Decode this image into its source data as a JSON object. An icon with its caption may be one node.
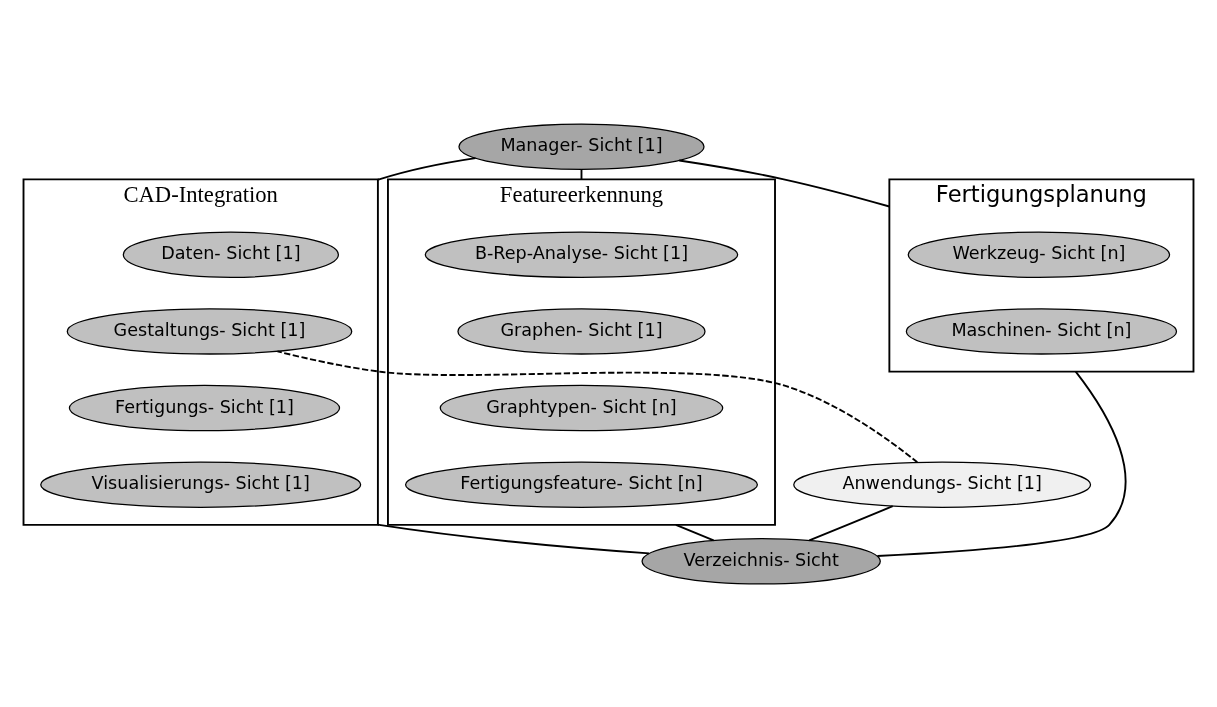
{
  "diagram": {
    "nodes": [
      {
        "text": [
          "Manager- Sicht [1]"
        ]
      },
      {
        "text": [
          "CAD-Integration"
        ]
      },
      {
        "text": [
          "Daten- Sicht [1]"
        ],
        "in": 1
      },
      {
        "text": [
          "Gestaltungs- Sicht [1]"
        ],
        "in": 1
      },
      {
        "text": [
          "Fertigungs- Sicht [1]"
        ],
        "in": 1
      },
      {
        "text": [
          "Visualisierungs- Sicht [1]"
        ],
        "in": 1
      },
      {
        "text": [
          "Featureerkennung"
        ]
      },
      {
        "text": [
          "B-Rep-Analyse- Sicht [1]"
        ],
        "in": 6
      },
      {
        "text": [
          "Graphen- Sicht [1]"
        ],
        "in": 6
      },
      {
        "text": [
          "Graphtypen- Sicht [n]"
        ],
        "in": 6
      },
      {
        "text": [
          "Fertigungsfeature- Sicht [n]"
        ],
        "in": 6
      },
      {
        "text": [
          "Fertigungsplanung"
        ]
      },
      {
        "text": [
          "Werkzeug- Sicht [n]"
        ],
        "in": 11
      },
      {
        "text": [
          "Maschinen- Sicht [n]"
        ],
        "in": 11
      },
      {
        "text": [
          "Anwendungs- Sicht [1]"
        ]
      },
      {
        "text": [
          "Verzeichnis- Sicht"
        ]
      }
    ],
    "edges": [
      {
        "from": 0,
        "to": 1,
        "arrow": "none"
      },
      {
        "from": 0,
        "to": 6,
        "arrow": "none"
      },
      {
        "from": 0,
        "to": 11,
        "arrow": "none"
      },
      {
        "from": 14,
        "to": 3,
        "arrow": "none",
        "style": "dashed"
      },
      {
        "from": 14,
        "to": 15,
        "arrow": "none"
      },
      {
        "from": 1,
        "to": 15,
        "arrow": "none"
      },
      {
        "from": 6,
        "to": 15,
        "arrow": "none"
      },
      {
        "from": 11,
        "to": 15,
        "arrow": "none"
      }
    ]
  }
}
